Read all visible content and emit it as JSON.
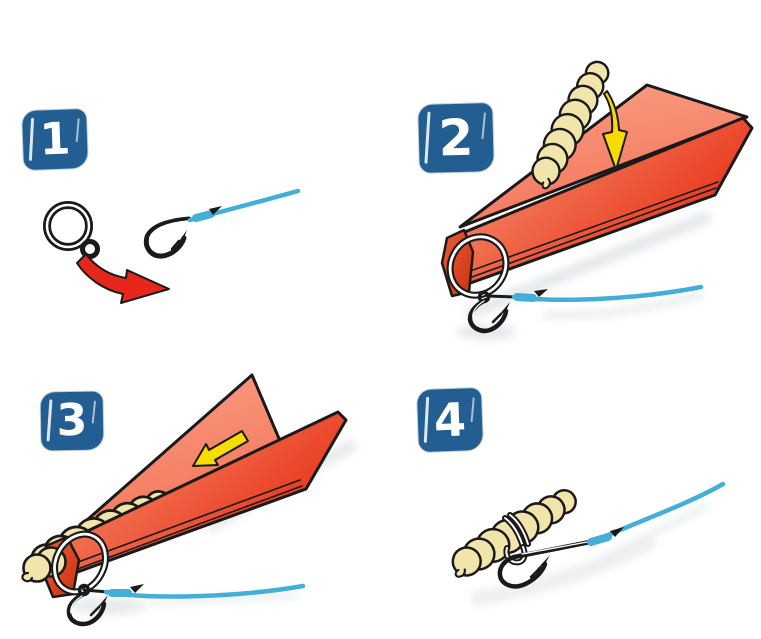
{
  "steps": [
    {
      "number": "1"
    },
    {
      "number": "2"
    },
    {
      "number": "3"
    },
    {
      "number": "4"
    }
  ],
  "illustrations": {
    "step1": [
      "bait-band-ring-icon",
      "transfer-arrow-icon",
      "hook-icon",
      "fishing-line"
    ],
    "step2": [
      "maggot-illustration",
      "drop-arrow-icon",
      "bait-trough-illustration",
      "ring-on-trough-tip",
      "hook-icon",
      "fishing-line"
    ],
    "step3": [
      "bait-trough-illustration",
      "slide-arrow-icon",
      "maggot-in-trough-illustration",
      "ring-on-trough-tip",
      "hook-icon",
      "fishing-line"
    ],
    "step4": [
      "banded-maggot-on-hook-illustration",
      "fishing-line"
    ]
  },
  "colors": {
    "background": "#ffffff",
    "badge_blue": "#235e92",
    "badge_text": "#ffffff",
    "outline": "#1a1a1a",
    "trough_light": "#f9a98c",
    "trough_mid": "#f0684a",
    "trough_dark": "#e83318",
    "flap_light": "#fa9e84",
    "flap_dark": "#f37257",
    "tip_light": "#ec5c38",
    "tip_dark": "#cc3110",
    "maggot_cream": "#f2e5ac",
    "arrow_yellow": "#f8dc00",
    "arrow_red": "#e8271c",
    "line_blue": "#43aed8",
    "wire_white": "#ffffff",
    "shadow_gray": "#aeb9bf"
  }
}
